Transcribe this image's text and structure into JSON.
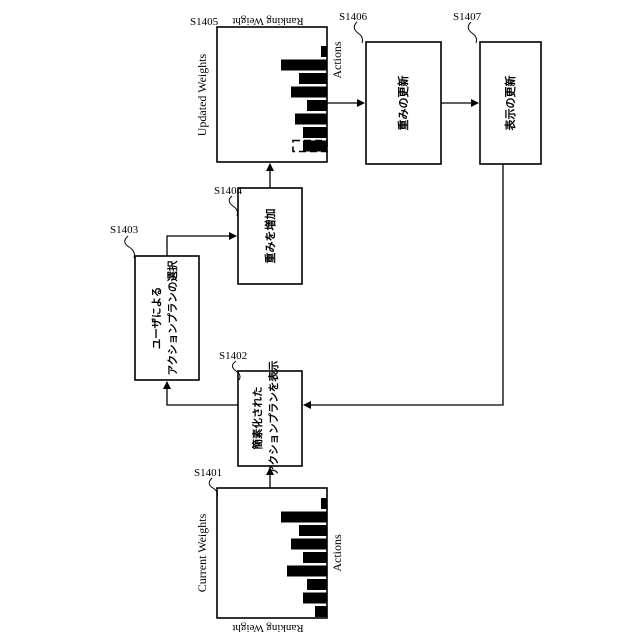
{
  "steps": {
    "s1401": {
      "id": "S1401",
      "title": "Current Weights",
      "xlabel": "Actions",
      "ylabel": "Ranking Weight"
    },
    "s1402": {
      "id": "S1402",
      "line1": "簡素化された",
      "line2": "アクションプランを表示"
    },
    "s1403": {
      "id": "S1403",
      "line1": "ユーザによる",
      "line2": "アクションプランの選択"
    },
    "s1404": {
      "id": "S1404",
      "text": "重みを増加"
    },
    "s1405": {
      "id": "S1405",
      "title": "Updated Weights",
      "xlabel": "Actions",
      "ylabel": "Ranking Weight"
    },
    "s1406": {
      "id": "S1406",
      "text": "重みの更新"
    },
    "s1407": {
      "id": "S1407",
      "text": "表示の更新"
    }
  },
  "chart_data": [
    {
      "type": "bar",
      "title": "Current Weights",
      "xlabel": "Actions",
      "ylabel": "Ranking Weight",
      "values": [
        1.5,
        11.5,
        7,
        9,
        6,
        10,
        5,
        6,
        3
      ],
      "ylim": [
        0,
        12
      ]
    },
    {
      "type": "bar",
      "title": "Updated Weights",
      "xlabel": "Actions",
      "ylabel": "Ranking Weight",
      "values": [
        1.5,
        11.5,
        7,
        9,
        5,
        8,
        6,
        6
      ],
      "increased_bar": {
        "index": 7,
        "value": 8.5
      },
      "ylim": [
        0,
        12
      ]
    }
  ]
}
